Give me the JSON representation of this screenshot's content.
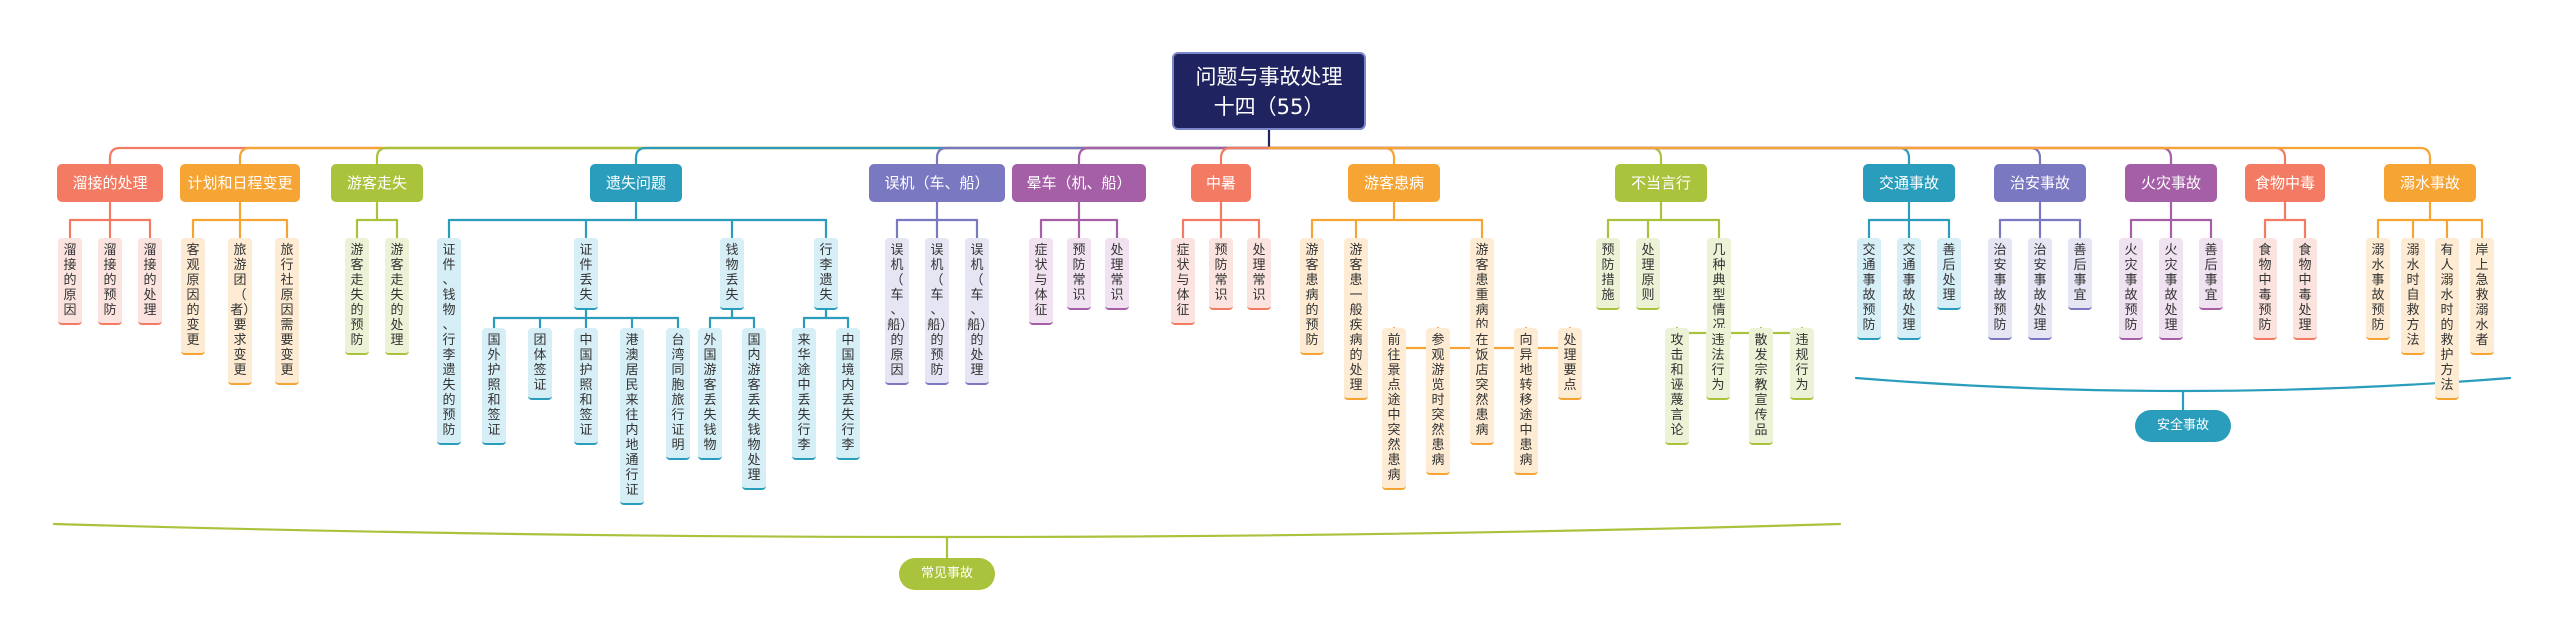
{
  "root": {
    "line1": "问题与事故处理",
    "line2": "十四（55）"
  },
  "categories": [
    {
      "label": "溜接的处理",
      "color": "#f47b63",
      "tint": "#fbe3df",
      "children": [
        "溜接的原因",
        "溜接的预防",
        "溜接的处理"
      ]
    },
    {
      "label": "计划和日程变更",
      "color": "#f6a433",
      "tint": "#fdebd3",
      "children": [
        "客观原因的变更",
        "旅游团（者）要求变更",
        "旅行社原因需要变更"
      ]
    },
    {
      "label": "游客走失",
      "color": "#a9c33c",
      "tint": "#ecf2d6",
      "children": [
        "游客走失的预防",
        "游客走失的处理"
      ]
    },
    {
      "label": "遗失问题",
      "color": "#2a9dbc",
      "tint": "#d6eef6",
      "children": [
        {
          "label": "证件、钱物、行李遗失的预防"
        },
        {
          "label": "证件丢失",
          "children": [
            "国外护照和签证",
            "团体签证",
            "中国护照和签证",
            "港澳居民来往内地通行证",
            "台湾同胞旅行证明"
          ]
        },
        {
          "label": "钱物丢失",
          "children": [
            "外国游客丢失钱物",
            "国内游客丢失钱物处理"
          ]
        },
        {
          "label": "行李遗失",
          "children": [
            "来华途中丢失行李",
            "中国境内丢失行李"
          ]
        }
      ]
    },
    {
      "label": "误机（车、船）",
      "color": "#7b78c2",
      "tint": "#e6e5f4",
      "children": [
        "误机（车、船）的原因",
        "误机（车、船）的预防",
        "误机（车、船）的处理"
      ]
    },
    {
      "label": "晕车（机、船）",
      "color": "#a55fa6",
      "tint": "#f0e2f0",
      "children": [
        "症状与体征",
        "预防常识",
        "处理常识"
      ]
    },
    {
      "label": "中暑",
      "color": "#f47b63",
      "tint": "#fbe3df",
      "children": [
        "症状与体征",
        "预防常识",
        "处理常识"
      ]
    },
    {
      "label": "游客患病",
      "color": "#f6a433",
      "tint": "#fdebd3",
      "children": [
        {
          "label": "游客患病的预防"
        },
        {
          "label": "游客患一般疾病的处理"
        },
        {
          "label": "游客患重病的处理",
          "children": [
            "前往景点途中突然患病",
            "参观游览时突然患病",
            "在饭店突然患病",
            "向异地转移途中患病",
            "处理要点"
          ]
        }
      ]
    },
    {
      "label": "不当言行",
      "color": "#a9c33c",
      "tint": "#ecf2d6",
      "children": [
        {
          "label": "预防措施"
        },
        {
          "label": "处理原则"
        },
        {
          "label": "几种典型情况",
          "children": [
            "攻击和诬蔑言论",
            "违法行为",
            "散发宗教宣传品",
            "违规行为"
          ]
        }
      ]
    },
    {
      "label": "交通事故",
      "color": "#2a9dbc",
      "tint": "#d6eef6",
      "children": [
        "交通事故预防",
        "交通事故处理",
        "善后处理"
      ]
    },
    {
      "label": "治安事故",
      "color": "#7b78c2",
      "tint": "#e6e5f4",
      "children": [
        "治安事故预防",
        "治安事故处理",
        "善后事宜"
      ]
    },
    {
      "label": "火灾事故",
      "color": "#a55fa6",
      "tint": "#f0e2f0",
      "children": [
        "火灾事故预防",
        "火灾事故处理",
        "善后事宜"
      ]
    },
    {
      "label": "食物中毒",
      "color": "#f47b63",
      "tint": "#fbe3df",
      "children": [
        "食物中毒预防",
        "食物中毒处理"
      ]
    },
    {
      "label": "溺水事故",
      "color": "#f6a433",
      "tint": "#fdebd3",
      "children": [
        "溺水事故预防",
        "溺水时自救方法",
        "有人溺水时的救护方法",
        "岸上急救溺水者"
      ]
    }
  ],
  "groups": [
    {
      "label": "常见事故",
      "color": "#a9c33c"
    },
    {
      "label": "安全事故",
      "color": "#2a9dbc"
    }
  ]
}
